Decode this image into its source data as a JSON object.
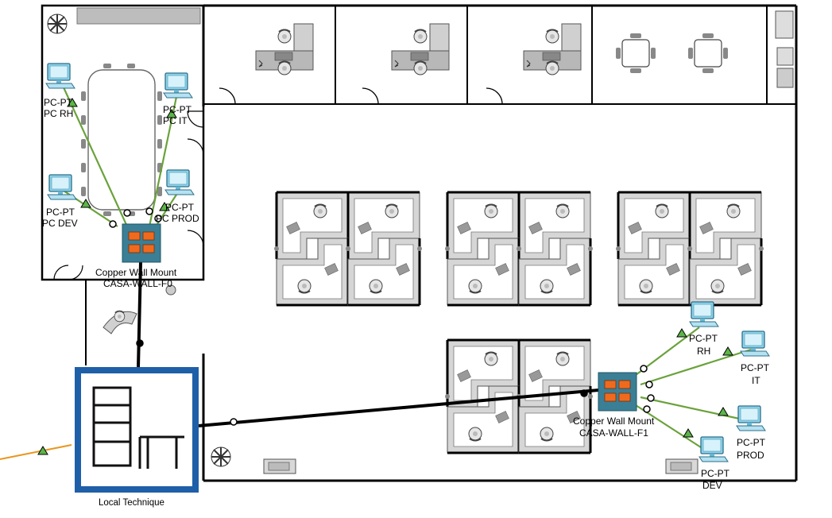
{
  "room_left": {
    "pcs": [
      {
        "type": "PC-PT",
        "name": "PC RH"
      },
      {
        "type": "PC-PT",
        "name": "PC IT"
      },
      {
        "type": "PC-PT",
        "name": "PC DEV"
      },
      {
        "type": "PC-PT",
        "name": "PC PROD"
      }
    ],
    "wall_mount": {
      "model": "Copper Wall Mount",
      "name": "CASA-WALL-F0"
    }
  },
  "floor_right": {
    "pcs": [
      {
        "type": "PC-PT",
        "name": "RH"
      },
      {
        "type": "PC-PT",
        "name": "IT"
      },
      {
        "type": "PC-PT",
        "name": "PROD"
      },
      {
        "type": "PC-PT",
        "name": "DEV"
      }
    ],
    "wall_mount": {
      "model": "Copper Wall Mount",
      "name": "CASA-WALL-F1"
    }
  },
  "technical_room": {
    "name": "Local Technique"
  },
  "colors": {
    "link_green": "#6aa23b",
    "link_orange": "#e8961e",
    "wall_mount_fill": "#3a7f96",
    "port_orange": "#f06a1e",
    "tech_frame": "#1f5fa8",
    "furniture_gray": "#d6d6d6"
  }
}
